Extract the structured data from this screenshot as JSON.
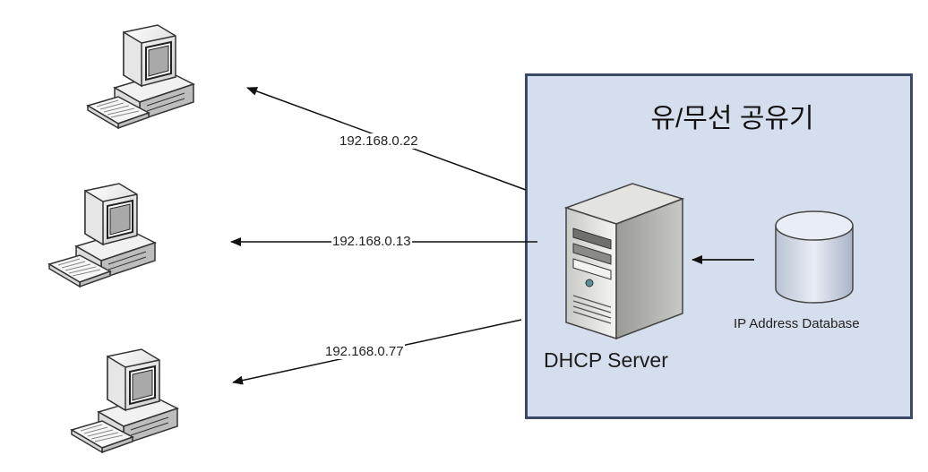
{
  "router": {
    "title": "유/무선 공유기"
  },
  "server": {
    "label": "DHCP Server",
    "icon": "server-tower-icon"
  },
  "database": {
    "label": "IP Address Database",
    "icon": "database-cylinder-icon"
  },
  "clients": [
    {
      "ip": "192.168.0.22",
      "icon": "desktop-computer-icon"
    },
    {
      "ip": "192.168.0.13",
      "icon": "desktop-computer-icon"
    },
    {
      "ip": "192.168.0.77",
      "icon": "desktop-computer-icon"
    }
  ],
  "colors": {
    "box_fill": "#d5deec",
    "box_border": "#3a4a66",
    "arrow": "#111111"
  }
}
